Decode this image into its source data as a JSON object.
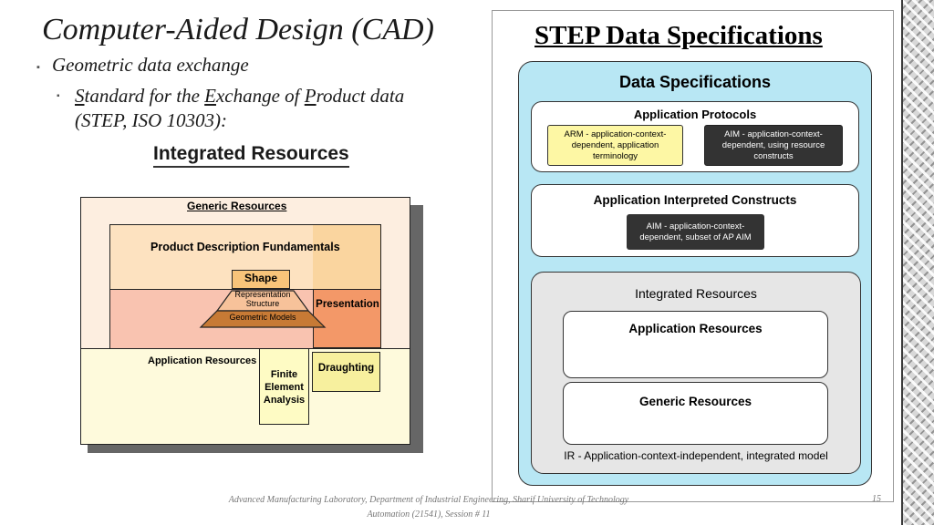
{
  "slide": {
    "title": "Computer-Aided Design (CAD)",
    "bullet_1": "Geometric data exchange",
    "bullet_2": {
      "s": "S",
      "t1": "tandard for the ",
      "e": "E",
      "t2": "xchange of ",
      "p": "P",
      "t3": "roduct data",
      "line2": "(STEP, ISO 10303):"
    },
    "bullet_mark": "▪"
  },
  "integrated_resources_diagram": {
    "title": "Integrated Resources",
    "generic_resources": "Generic Resources",
    "product_description_fundamentals": "Product Description Fundamentals",
    "shape": "Shape",
    "representation_structure": "Representation Structure",
    "geometric_models": "Geometric Models",
    "presentation": "Presentation",
    "application_resources": "Application Resources",
    "draughting": "Draughting",
    "finite_element_analysis": "Finite Element Analysis",
    "colors": {
      "outer": "#fdeee0",
      "pdf": "#fde2c0",
      "pink": "#f9c3b0",
      "presentation": "#f39868",
      "application": "#fefadc",
      "draughting": "#f7f09e",
      "shape": "#f8c47a",
      "trapezoid": "#c77a35"
    }
  },
  "step_diagram": {
    "title": "STEP Data Specifications",
    "data_specifications": "Data Specifications",
    "application_protocols": "Application Protocols",
    "arm_text": "ARM - application-context-dependent, application terminology",
    "aim_text": "AIM - application-context-dependent, using resource constructs",
    "aic": "Application Interpreted Constructs",
    "aim_subset_text": "AIM - application-context-dependent, subset of AP AIM",
    "integrated_resources": "Integrated Resources",
    "application_resources": "Application Resources",
    "generic_resources": "Generic Resources",
    "ir_description": "IR - Application-context-independent, integrated model",
    "colors": {
      "outer": "#b8e7f4",
      "arm": "#fdf7a4",
      "aim": "#333333",
      "ir": "#e6e6e6"
    }
  },
  "footer": {
    "line_1": "Advanced Manufacturing Laboratory, Department of Industrial Engineering, Sharif University of Technology",
    "line_2": "Automation (21541), Session # 11",
    "page_number": "15"
  }
}
